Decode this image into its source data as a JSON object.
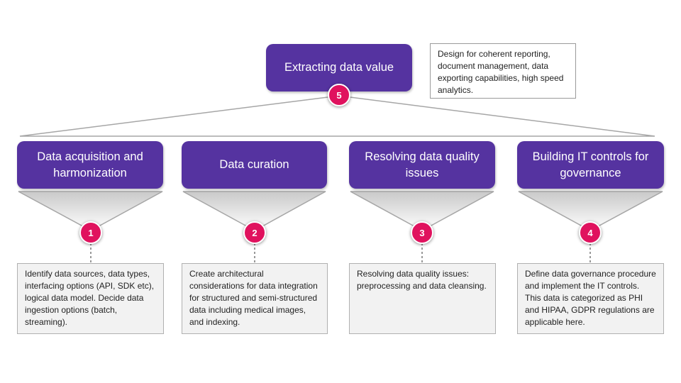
{
  "colors": {
    "box": "#5533a0",
    "circle": "#e0125e",
    "note_fill": "#f2f2f2",
    "connector": "#a6a6a6"
  },
  "top": {
    "title": "Extracting data value",
    "number": "5",
    "description": "Design for coherent reporting, document management, data exporting capabilities, high speed analytics."
  },
  "steps": [
    {
      "title": "Data acquisition and harmonization",
      "number": "1",
      "description": "Identify data sources, data types, interfacing options (API, SDK etc), logical data model. Decide data ingestion options (batch, streaming)."
    },
    {
      "title": "Data curation",
      "number": "2",
      "description": "Create architectural considerations for data integration for structured and semi-structured data including medical images, and indexing."
    },
    {
      "title": "Resolving data quality issues",
      "number": "3",
      "description": "Resolving data quality issues: preprocessing  and data cleansing."
    },
    {
      "title": "Building IT controls for governance",
      "number": "4",
      "description": "Define data governance procedure and implement the IT controls. This data is categorized as PHI and HIPAA, GDPR regulations are applicable here."
    }
  ]
}
